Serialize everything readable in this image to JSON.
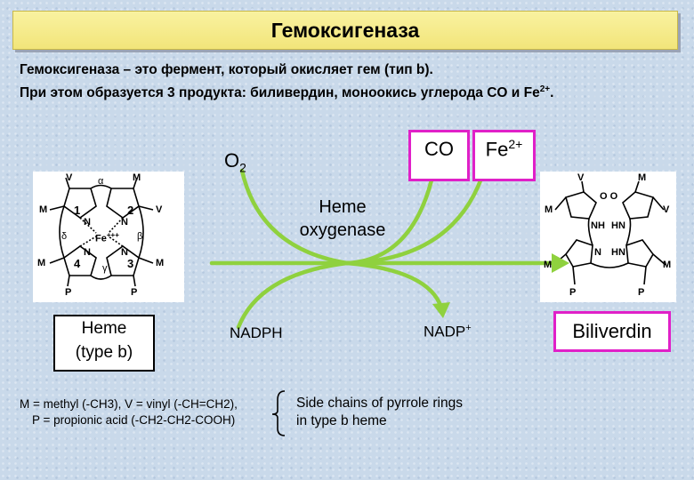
{
  "title": "Гемоксигеназа",
  "intro": {
    "line1": "Гемоксигеназа – это фермент, который окисляет гем (тип b).",
    "line2": "При этом образуется 3 продукта: биливердин, моноокись углерода CO и Fe",
    "line2_sup": "2+",
    "line2_end": "."
  },
  "reaction": {
    "o2": "O",
    "o2_sub": "2",
    "co": "CO",
    "fe": "Fe",
    "fe_sup": "2+",
    "enzyme_line1": "Heme",
    "enzyme_line2": "oxygenase",
    "nadph": "NADPH",
    "nadp": "NADP",
    "nadp_sup": "+"
  },
  "heme": {
    "label_line1": "Heme",
    "label_line2": "(type b)",
    "substituents": {
      "V": "V",
      "M": "M",
      "P": "P"
    },
    "rings": [
      "1",
      "2",
      "3",
      "4"
    ],
    "greek": {
      "alpha": "α",
      "beta": "β",
      "gamma": "γ",
      "delta": "δ"
    },
    "n": "N",
    "iron": "Fe",
    "iron_sup": "+++"
  },
  "biliverdin": {
    "label": "Biliverdin",
    "nh": "NH",
    "hn": "HN",
    "n": "N",
    "oo": "O O"
  },
  "legend": {
    "line1": "M = methyl (-CH3), V = vinyl (-CH=CH2),",
    "line2": "P = propionic acid (-CH2-CH2-COOH)",
    "side_line1": "Side chains of pyrrole rings",
    "side_line2": "in type b heme"
  },
  "colors": {
    "arrow": "#8fd13e",
    "box_border": "#e020c8",
    "title_bg": "#f4e88a"
  }
}
